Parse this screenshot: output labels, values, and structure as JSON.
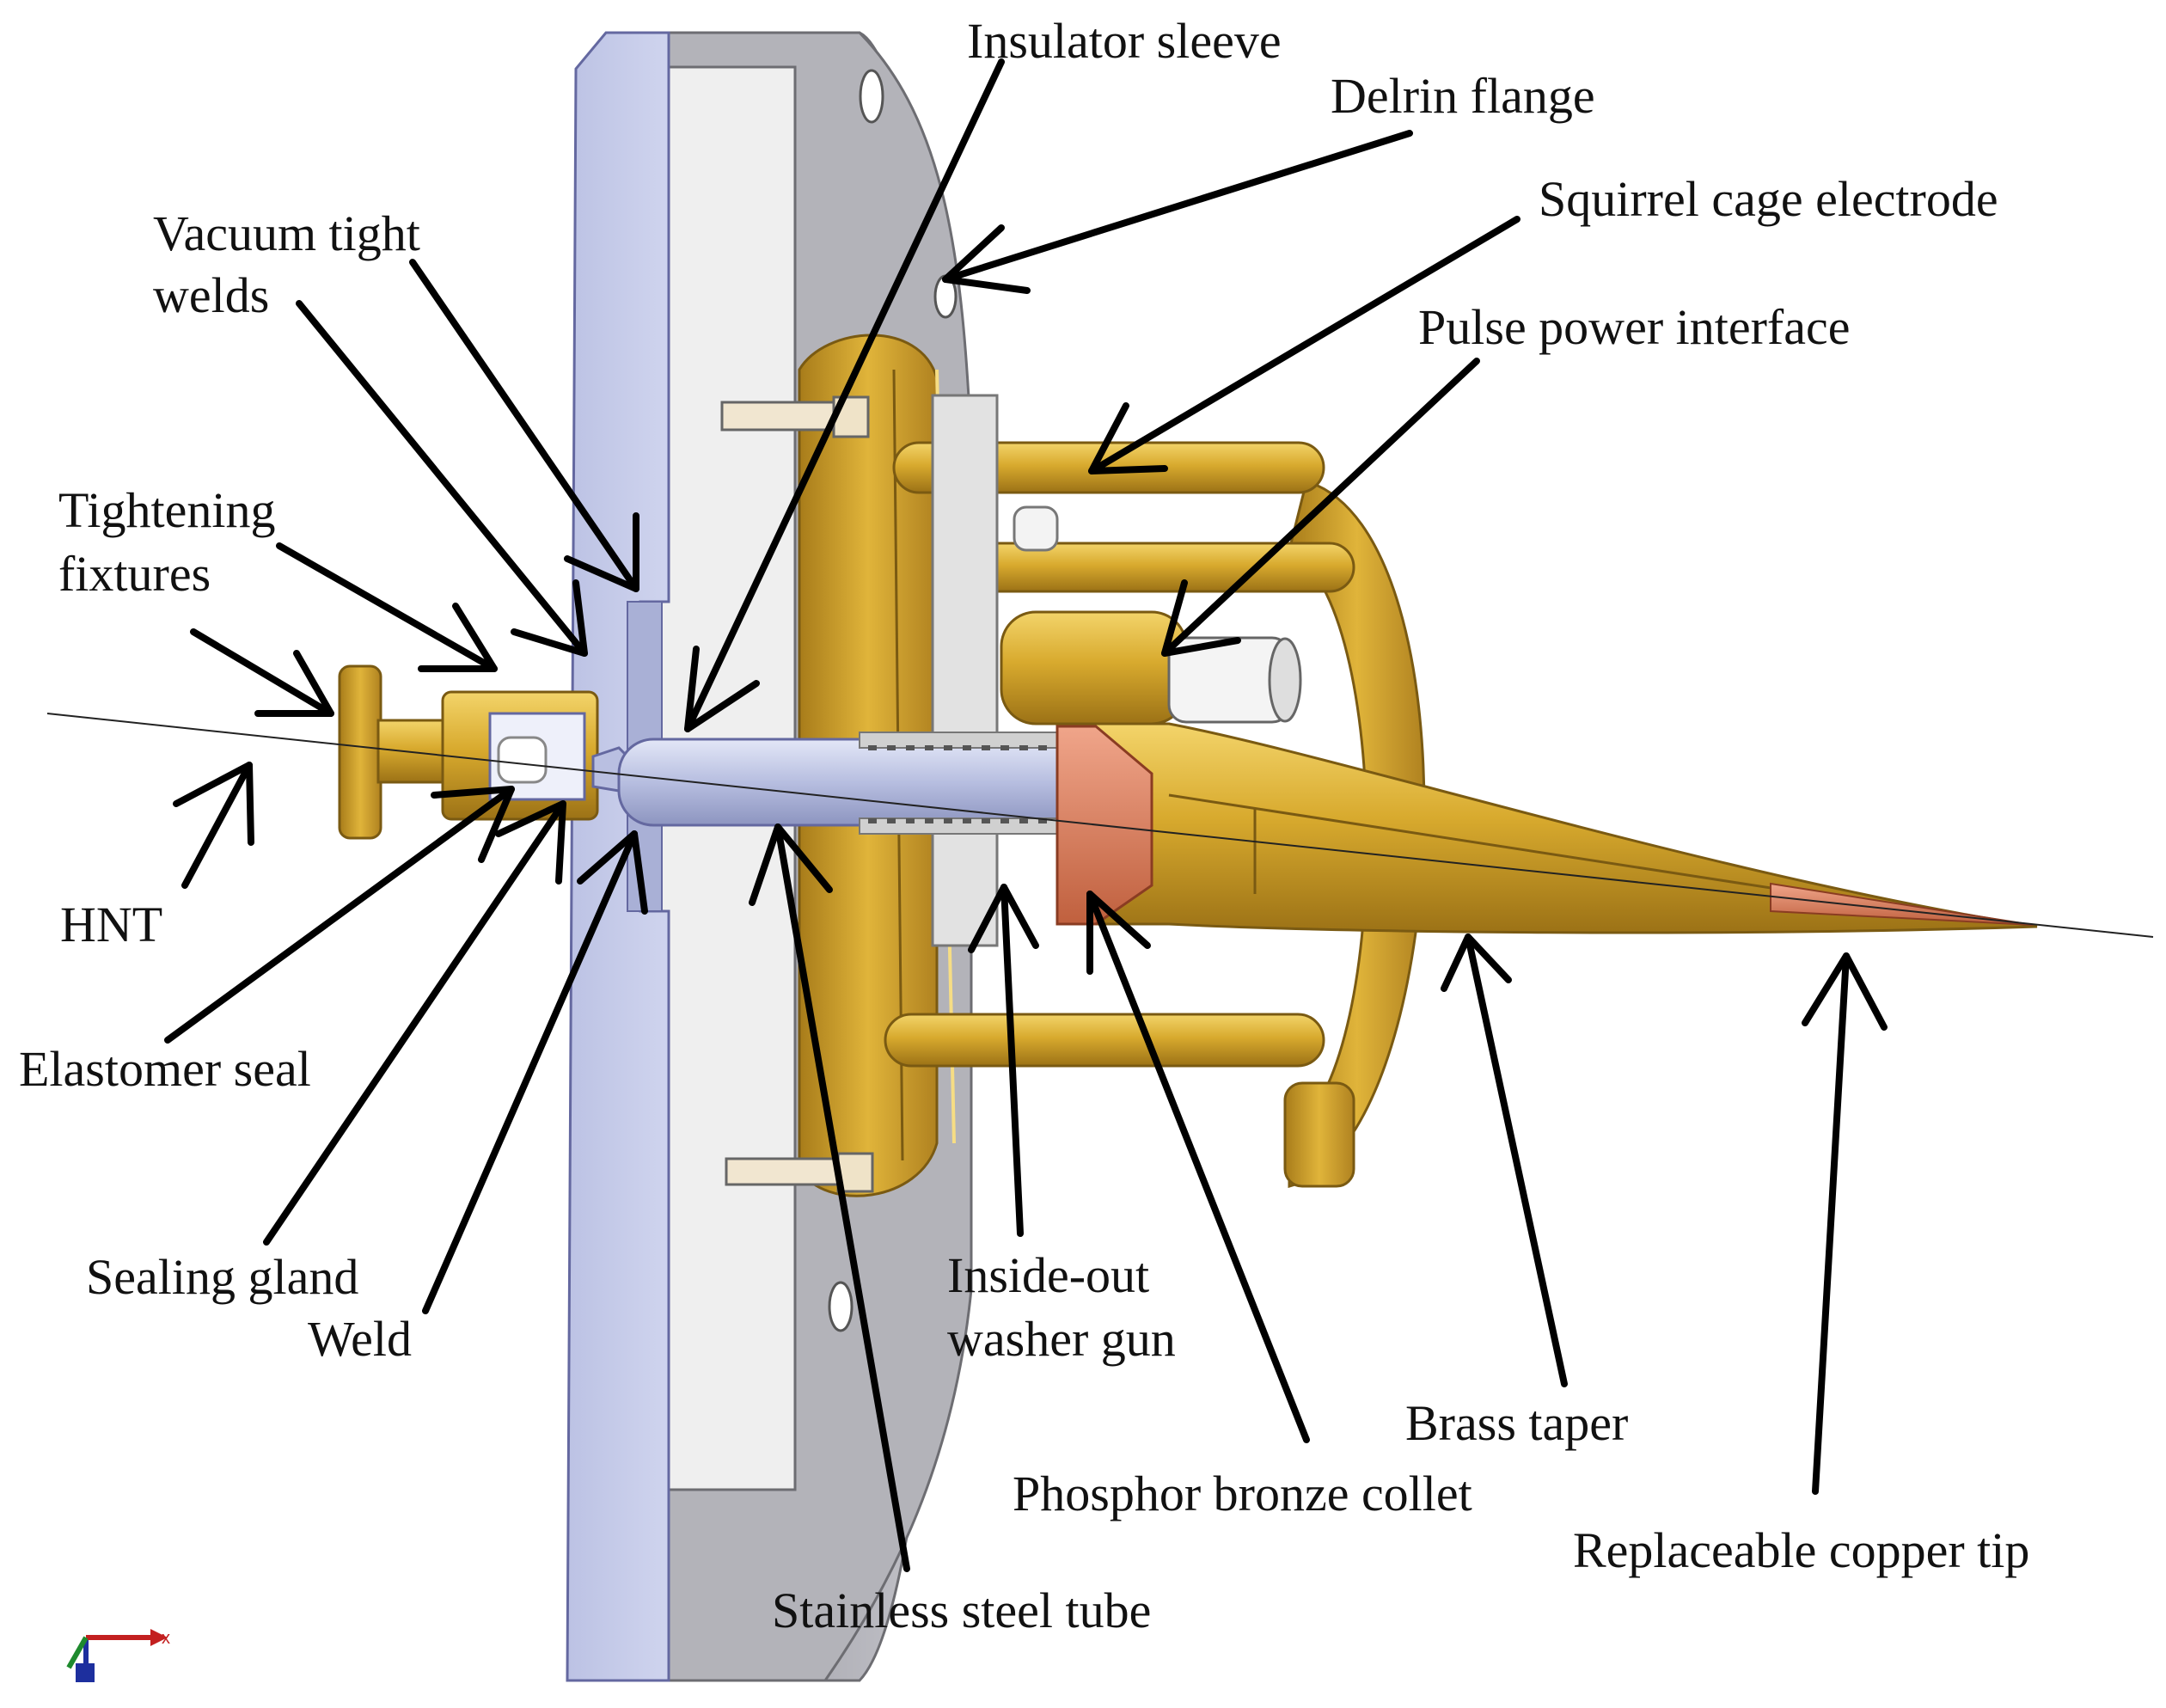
{
  "labels": {
    "insulator_sleeve": "Insulator sleeve",
    "delrin_flange": "Delrin flange",
    "squirrel_cage_electrode": "Squirrel cage electrode",
    "vacuum_tight_welds_1": "Vacuum tight",
    "vacuum_tight_welds_2": "welds",
    "pulse_power_interface": "Pulse power interface",
    "tightening_fixtures_1": "Tightening",
    "tightening_fixtures_2": "fixtures",
    "hnt": "HNT",
    "elastomer_seal": "Elastomer seal",
    "sealing_gland": "Sealing gland",
    "weld": "Weld",
    "inside_out_washer_gun_1": "Inside-out",
    "inside_out_washer_gun_2": "washer gun",
    "brass_taper": "Brass taper",
    "phosphor_bronze_collet": "Phosphor bronze collet",
    "replaceable_copper_tip": "Replaceable copper tip",
    "stainless_steel_tube": "Stainless steel tube"
  },
  "axis_triad": {
    "x_label": "x"
  },
  "colors": {
    "brass": "#d4a52a",
    "brass_dark": "#9e7418",
    "brass_light": "#f0cf63",
    "steel_blue": "#c2c8e8",
    "flange_white": "#eeeeee",
    "flange_gray": "#b8b8bc",
    "copper": "#d97a5a",
    "arrow": "#000000"
  }
}
